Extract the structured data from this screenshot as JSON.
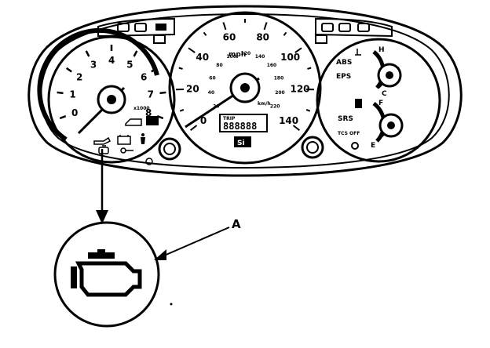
{
  "tachometer": {
    "ticks": [
      "0",
      "1",
      "2",
      "3",
      "4",
      "5",
      "6",
      "7",
      "8"
    ],
    "unit_label": "x1000"
  },
  "speedometer": {
    "unit": "mph",
    "unit_secondary": "km/h",
    "ticks": [
      "0",
      "20",
      "40",
      "60",
      "80",
      "100",
      "120",
      "140"
    ],
    "inner_ticks": [
      "20",
      "40",
      "60",
      "80",
      "100",
      "120",
      "140",
      "160",
      "180",
      "200",
      "220"
    ],
    "odometer": "888888",
    "trip_label": "TRIP",
    "badge": "Si"
  },
  "indicators": {
    "abs": "ABS",
    "eps": "EPS",
    "srs": "SRS",
    "tcs": "TCS OFF"
  },
  "fuel_gauge": {
    "full": "F",
    "empty": "E"
  },
  "temp_gauge": {
    "hot": "H",
    "cold": "C"
  },
  "callout": {
    "letter": "A"
  },
  "icons": {
    "check_engine": "check-engine-icon",
    "oil": "oil-pressure-icon",
    "battery": "battery-icon",
    "door": "door-open-icon",
    "seatbelt": "seatbelt-icon",
    "brake": "brake-icon",
    "fuel_pump": "fuel-pump-icon",
    "temp": "coolant-temp-icon"
  }
}
